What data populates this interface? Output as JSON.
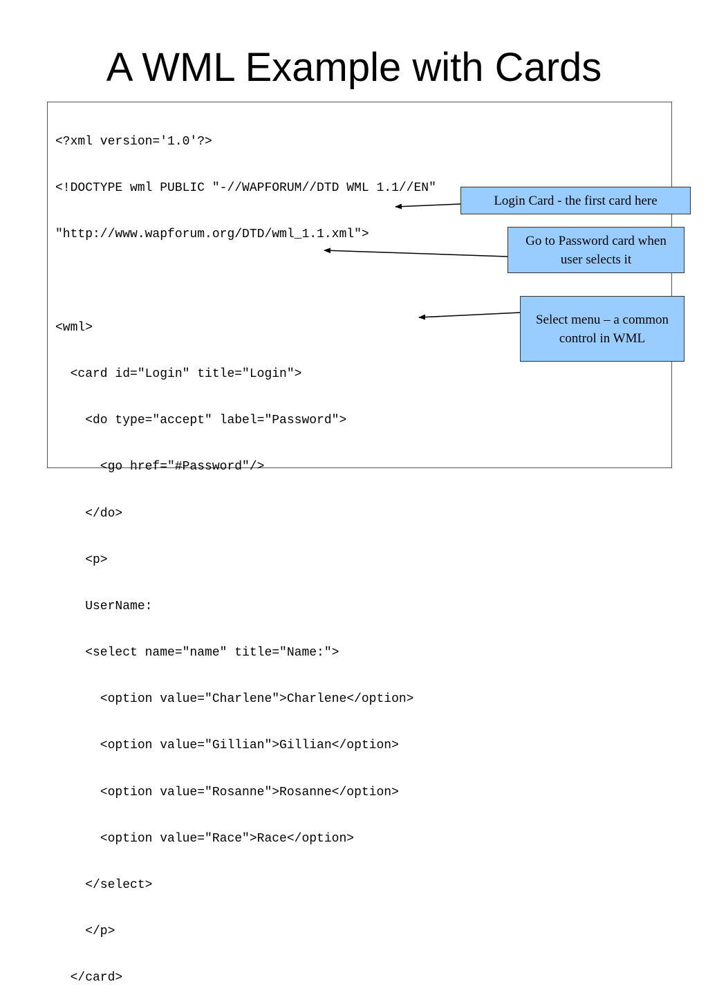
{
  "slide": {
    "title": "A WML Example with Cards"
  },
  "code": {
    "lines": [
      "<?xml version='1.0'?>",
      "<!DOCTYPE wml PUBLIC \"-//WAPFORUM//DTD WML 1.1//EN\"",
      "\"http://www.wapforum.org/DTD/wml_1.1.xml\">",
      "",
      "<wml>",
      "  <card id=\"Login\" title=\"Login\">",
      "    <do type=\"accept\" label=\"Password\">",
      "      <go href=\"#Password\"/>",
      "    </do>",
      "    <p>",
      "    UserName:",
      "    <select name=\"name\" title=\"Name:\">",
      "      <option value=\"Charlene\">Charlene</option>",
      "      <option value=\"Gillian\">Gillian</option>",
      "      <option value=\"Rosanne\">Rosanne</option>",
      "      <option value=\"Race\">Race</option>",
      "    </select>",
      "    </p>",
      "  </card>"
    ]
  },
  "callouts": {
    "login": "Login Card - the first card here",
    "password": "Go to Password card when user selects it",
    "select": "Select menu – a common control in WML"
  },
  "colors": {
    "callout_fill": "#99ccff",
    "border": "#333333"
  }
}
